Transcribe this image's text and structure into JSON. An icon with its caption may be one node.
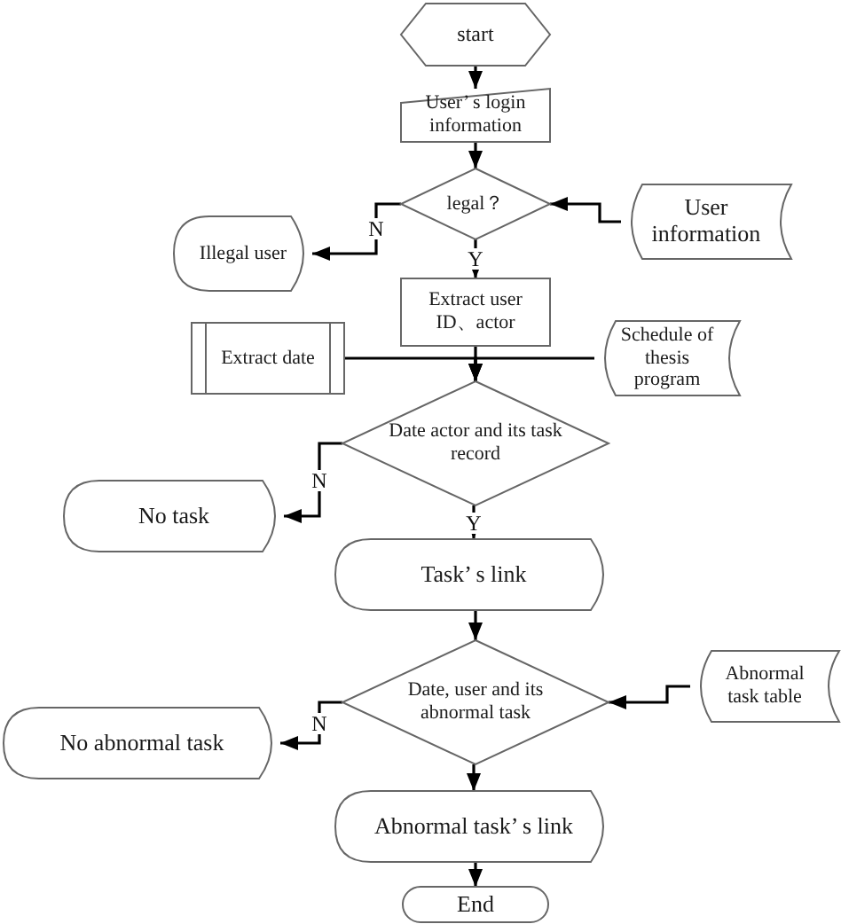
{
  "diagram": {
    "nodes": [
      {
        "text": [
          "start"
        ]
      },
      {
        "text": [
          "User’ s login information"
        ]
      },
      {
        "text": [
          "legal？"
        ]
      },
      {
        "text": [
          "User information"
        ]
      },
      {
        "text": [
          "Illegal user"
        ]
      },
      {
        "text": [
          "Extract user ID、actor"
        ]
      },
      {
        "text": [
          "Extract date"
        ]
      },
      {
        "text": [
          "Schedule of thesis program"
        ]
      },
      {
        "text": [
          "Date actor and its task record"
        ]
      },
      {
        "text": [
          "No task"
        ]
      },
      {
        "text": [
          "Task’ s link"
        ]
      },
      {
        "text": [
          "Date, user and its abnormal task"
        ]
      },
      {
        "text": [
          "Abnormal task table"
        ]
      },
      {
        "text": [
          "No abnormal task"
        ]
      },
      {
        "text": [
          "Abnormal task’ s link"
        ]
      },
      {
        "text": [
          "End"
        ]
      }
    ],
    "edges": [
      {
        "from": 0,
        "to": 1,
        "arrow": "to"
      },
      {
        "from": 1,
        "to": 2,
        "arrow": "to"
      },
      {
        "from": 3,
        "to": 2,
        "arrow": "to"
      },
      {
        "from": 2,
        "to": 4,
        "arrow": "to",
        "label": "N"
      },
      {
        "from": 2,
        "to": 5,
        "arrow": "to",
        "label": "Y"
      },
      {
        "from": 5,
        "to": 8,
        "arrow": "to"
      },
      {
        "from": 6,
        "to": 8,
        "arrow": "to"
      },
      {
        "from": 7,
        "to": 8,
        "arrow": "to"
      },
      {
        "from": 8,
        "to": 9,
        "arrow": "to",
        "label": "N"
      },
      {
        "from": 8,
        "to": 10,
        "arrow": "to",
        "label": "Y"
      },
      {
        "from": 10,
        "to": 11,
        "arrow": "to"
      },
      {
        "from": 12,
        "to": 11,
        "arrow": "to"
      },
      {
        "from": 11,
        "to": 13,
        "arrow": "to",
        "label": "N"
      },
      {
        "from": 11,
        "to": 14,
        "arrow": "to"
      },
      {
        "from": 14,
        "to": 15,
        "arrow": "to"
      }
    ]
  }
}
